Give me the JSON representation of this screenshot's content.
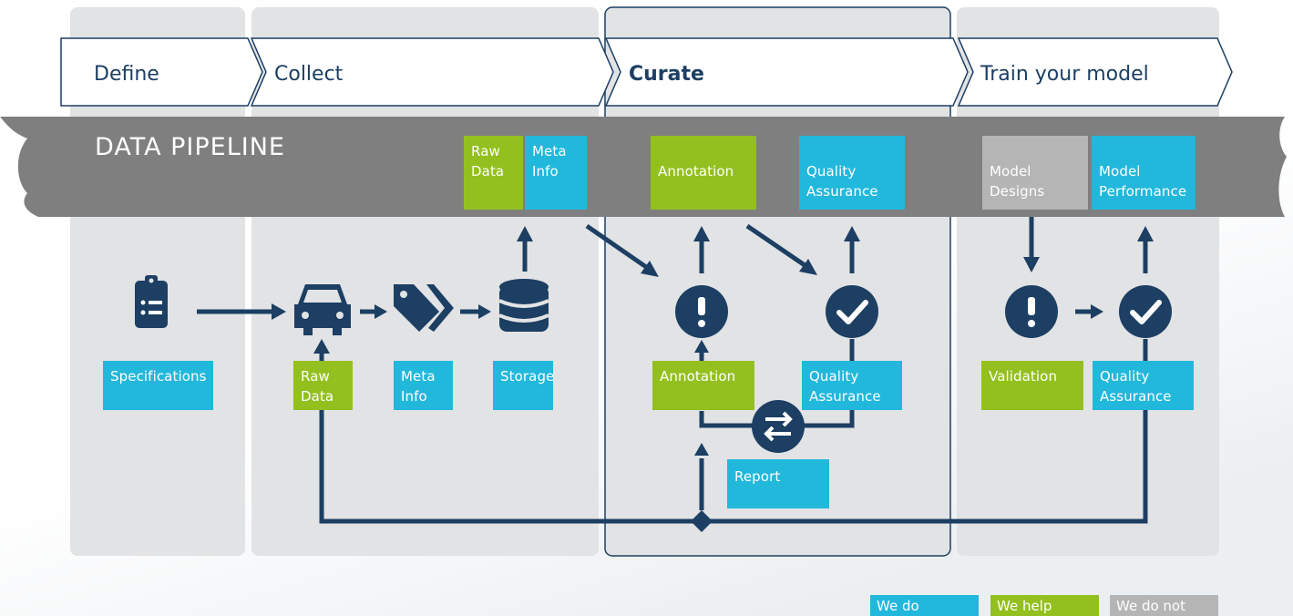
{
  "colors": {
    "navy": "#1c3f63",
    "we_do": "#22b8dc",
    "we_help": "#93c01f",
    "we_do_not": "#b5b5b5",
    "pipeline_band": "#7f7f7f",
    "column_bg": "#e2e3e5"
  },
  "phases": [
    {
      "label": "Define"
    },
    {
      "label": "Collect"
    },
    {
      "label": "Curate"
    },
    {
      "label": "Train your model"
    }
  ],
  "pipeline": {
    "title": "DATA PIPELINE",
    "boxes": [
      {
        "label": "Raw\nData",
        "status": "we_help"
      },
      {
        "label": "Meta\nInfo",
        "status": "we_do"
      },
      {
        "label": "Annotation",
        "status": "we_help"
      },
      {
        "label": "Quality\nAssurance",
        "status": "we_do"
      },
      {
        "label": "Model\nDesigns",
        "status": "we_do_not"
      },
      {
        "label": "Model\nPerformance",
        "status": "we_do"
      }
    ]
  },
  "steps": [
    {
      "label": "Specifications",
      "icon": "clipboard-list-icon",
      "status": "we_do"
    },
    {
      "label": "Raw\nData",
      "icon": "car-icon",
      "status": "we_help"
    },
    {
      "label": "Meta\nInfo",
      "icon": "tags-icon",
      "status": "we_do"
    },
    {
      "label": "Storage",
      "icon": "database-icon",
      "status": "we_do"
    },
    {
      "label": "Annotation",
      "icon": "exclamation-circle-icon",
      "status": "we_help"
    },
    {
      "label": "Quality\nAssurance",
      "icon": "check-circle-icon",
      "status": "we_do"
    },
    {
      "label": "Report",
      "icon": "exchange-arrows-icon",
      "status": "we_do"
    },
    {
      "label": "Validation",
      "icon": "exclamation-circle-icon",
      "status": "we_help"
    },
    {
      "label": "Quality\nAssurance",
      "icon": "check-circle-icon",
      "status": "we_do"
    }
  ],
  "legend": [
    {
      "label": "We do",
      "status": "we_do"
    },
    {
      "label": "We help",
      "status": "we_help"
    },
    {
      "label": "We do not",
      "status": "we_do_not"
    }
  ]
}
